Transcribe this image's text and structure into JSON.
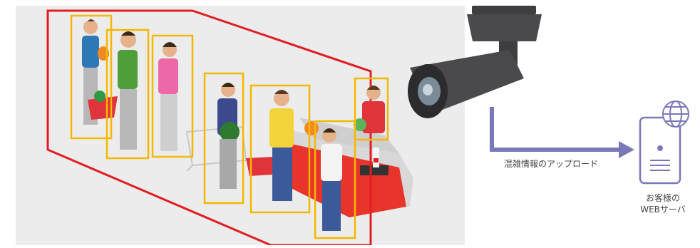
{
  "upload_label": "混雑情報のアップロード",
  "server_label_line1": "お客様の",
  "server_label_line2": "WEBサーバ",
  "icons": [
    "surveillance-camera-icon",
    "web-server-icon",
    "globe-icon",
    "arrow-icon"
  ],
  "colors": {
    "detection_box": "#f5b800",
    "detection_zone": "#e01e23",
    "arrow": "#7b78b8",
    "scene_bg": "#ececec",
    "camera_body": "#4a4a4c"
  }
}
